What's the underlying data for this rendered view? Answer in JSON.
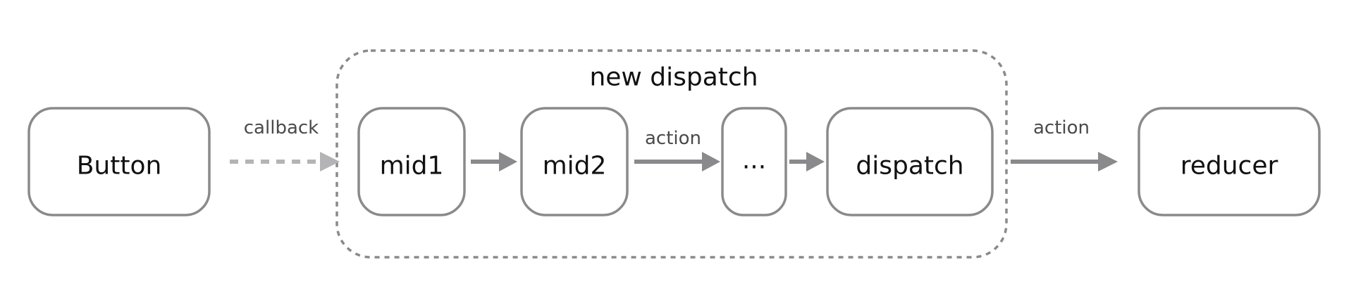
{
  "diagram": {
    "group": {
      "label": "new dispatch"
    },
    "nodes": [
      {
        "id": "button",
        "label": "Button"
      },
      {
        "id": "mid1",
        "label": "mid1"
      },
      {
        "id": "mid2",
        "label": "mid2"
      },
      {
        "id": "ellipsis",
        "label": "..."
      },
      {
        "id": "dispatch",
        "label": "dispatch"
      },
      {
        "id": "reducer",
        "label": "reducer"
      }
    ],
    "edges": [
      {
        "from": "button",
        "to": "group",
        "label": "callback",
        "style": "dashed"
      },
      {
        "from": "mid1",
        "to": "mid2",
        "label": "",
        "style": "solid"
      },
      {
        "from": "mid2",
        "to": "ellipsis",
        "label": "action",
        "style": "solid"
      },
      {
        "from": "ellipsis",
        "to": "dispatch",
        "label": "",
        "style": "solid"
      },
      {
        "from": "dispatch",
        "to": "reducer",
        "label": "action",
        "style": "solid"
      }
    ]
  }
}
